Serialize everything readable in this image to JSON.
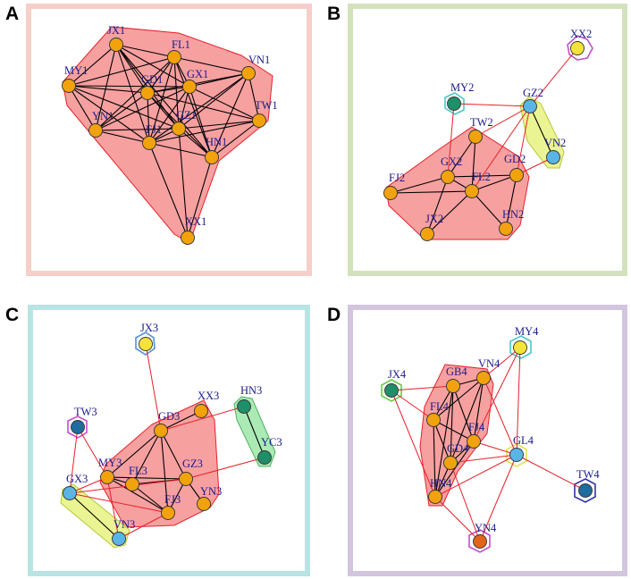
{
  "colors": {
    "node_orange": "#F2A20C",
    "node_yellow": "#F5E33A",
    "node_blue": "#5BB4E6",
    "node_green": "#1F8F6A",
    "node_darkblue": "#1F6C9E",
    "node_dark_orange": "#E0641A",
    "label": "#1a1a8c",
    "edge_within": "#000000",
    "edge_between": "#E8202A",
    "hull_red_fill": "#F47C7C",
    "hull_red_stroke": "#E8202A",
    "hull_green_fill": "#9EE6A8",
    "hull_lime_fill": "#E8F280",
    "frame_a": "#F6CFC9",
    "frame_b": "#D3E2BD",
    "frame_c": "#B8E4E4",
    "frame_d": "#D2C5DE"
  },
  "panels": [
    {
      "letter": "A",
      "nodes": [
        {
          "id": "JX1",
          "label": "JX1",
          "color": "orange"
        },
        {
          "id": "FL1",
          "label": "FL1",
          "color": "orange"
        },
        {
          "id": "VN1",
          "label": "VN1",
          "color": "orange"
        },
        {
          "id": "MY1",
          "label": "MY1",
          "color": "orange"
        },
        {
          "id": "GD1",
          "label": "GD1",
          "color": "orange"
        },
        {
          "id": "GX1",
          "label": "GX1",
          "color": "orange"
        },
        {
          "id": "TW1",
          "label": "TW1",
          "color": "orange"
        },
        {
          "id": "YN1",
          "label": "YN1",
          "color": "orange"
        },
        {
          "id": "GZ1",
          "label": "GZ1",
          "color": "orange"
        },
        {
          "id": "FJ1",
          "label": "FJ1",
          "color": "orange"
        },
        {
          "id": "HN1",
          "label": "HN1",
          "color": "orange"
        },
        {
          "id": "XX1",
          "label": "XX1",
          "color": "orange"
        }
      ]
    },
    {
      "letter": "B",
      "nodes": [
        {
          "id": "XX2",
          "label": "XX2",
          "color": "yellow"
        },
        {
          "id": "MY2",
          "label": "MY2",
          "color": "green"
        },
        {
          "id": "GZ2",
          "label": "GZ2",
          "color": "blue"
        },
        {
          "id": "TW2",
          "label": "TW2",
          "color": "orange"
        },
        {
          "id": "VN2",
          "label": "VN2",
          "color": "blue"
        },
        {
          "id": "GX2",
          "label": "GX2",
          "color": "orange"
        },
        {
          "id": "GD2",
          "label": "GD2",
          "color": "orange"
        },
        {
          "id": "FJ2",
          "label": "FJ2",
          "color": "orange"
        },
        {
          "id": "FL2",
          "label": "FL2",
          "color": "orange"
        },
        {
          "id": "JX2",
          "label": "JX2",
          "color": "orange"
        },
        {
          "id": "HN2",
          "label": "HN2",
          "color": "orange"
        }
      ]
    },
    {
      "letter": "C",
      "nodes": [
        {
          "id": "JX3",
          "label": "JX3",
          "color": "yellow"
        },
        {
          "id": "HN3",
          "label": "HN3",
          "color": "green"
        },
        {
          "id": "XX3",
          "label": "XX3",
          "color": "orange"
        },
        {
          "id": "TW3",
          "label": "TW3",
          "color": "darkblue"
        },
        {
          "id": "GD3",
          "label": "GD3",
          "color": "orange"
        },
        {
          "id": "YC3",
          "label": "YC3",
          "color": "green"
        },
        {
          "id": "MY3",
          "label": "MY3",
          "color": "orange"
        },
        {
          "id": "GX3",
          "label": "GX3",
          "color": "blue"
        },
        {
          "id": "FL3",
          "label": "FL3",
          "color": "orange"
        },
        {
          "id": "GZ3",
          "label": "GZ3",
          "color": "orange"
        },
        {
          "id": "YN3",
          "label": "YN3",
          "color": "orange"
        },
        {
          "id": "FJ3",
          "label": "FJ3",
          "color": "orange"
        },
        {
          "id": "VN3",
          "label": "VN3",
          "color": "blue"
        }
      ]
    },
    {
      "letter": "D",
      "nodes": [
        {
          "id": "MY4",
          "label": "MY4",
          "color": "yellow"
        },
        {
          "id": "JX4",
          "label": "JX4",
          "color": "green"
        },
        {
          "id": "GB4",
          "label": "GB4",
          "color": "orange"
        },
        {
          "id": "VN4",
          "label": "VN4",
          "color": "orange"
        },
        {
          "id": "FL4",
          "label": "FL4",
          "color": "orange"
        },
        {
          "id": "FJ4",
          "label": "FJ4",
          "color": "orange"
        },
        {
          "id": "GD4",
          "label": "GD4",
          "color": "orange"
        },
        {
          "id": "GL4",
          "label": "GL4",
          "color": "blue"
        },
        {
          "id": "HN4",
          "label": "HN4",
          "color": "orange"
        },
        {
          "id": "TW4",
          "label": "TW4",
          "color": "darkblue"
        },
        {
          "id": "YN4",
          "label": "YN4",
          "color": "dark_orange"
        }
      ]
    }
  ],
  "edges": [
    {
      "a": "JX1",
      "b": "FL1",
      "type": "within"
    },
    {
      "a": "JX1",
      "b": "MY1",
      "type": "within"
    },
    {
      "a": "JX1",
      "b": "GD1",
      "type": "within"
    },
    {
      "a": "JX1",
      "b": "GX1",
      "type": "within"
    },
    {
      "a": "JX1",
      "b": "YN1",
      "type": "within"
    },
    {
      "a": "JX1",
      "b": "GZ1",
      "type": "within"
    },
    {
      "a": "JX1",
      "b": "FJ1",
      "type": "within"
    },
    {
      "a": "JX1",
      "b": "HN1",
      "type": "within"
    },
    {
      "a": "FL1",
      "b": "MY1",
      "type": "within"
    },
    {
      "a": "FL1",
      "b": "GD1",
      "type": "within"
    },
    {
      "a": "FL1",
      "b": "GX1",
      "type": "within"
    },
    {
      "a": "FL1",
      "b": "VN1",
      "type": "within"
    },
    {
      "a": "FL1",
      "b": "YN1",
      "type": "within"
    },
    {
      "a": "FL1",
      "b": "GZ1",
      "type": "within"
    },
    {
      "a": "FL1",
      "b": "FJ1",
      "type": "within"
    },
    {
      "a": "FL1",
      "b": "HN1",
      "type": "within"
    },
    {
      "a": "VN1",
      "b": "GX1",
      "type": "within"
    },
    {
      "a": "VN1",
      "b": "GD1",
      "type": "within"
    },
    {
      "a": "VN1",
      "b": "TW1",
      "type": "within"
    },
    {
      "a": "VN1",
      "b": "GZ1",
      "type": "within"
    },
    {
      "a": "VN1",
      "b": "FJ1",
      "type": "within"
    },
    {
      "a": "VN1",
      "b": "HN1",
      "type": "within"
    },
    {
      "a": "MY1",
      "b": "GD1",
      "type": "within"
    },
    {
      "a": "MY1",
      "b": "GX1",
      "type": "within"
    },
    {
      "a": "MY1",
      "b": "YN1",
      "type": "within"
    },
    {
      "a": "MY1",
      "b": "GZ1",
      "type": "within"
    },
    {
      "a": "MY1",
      "b": "FJ1",
      "type": "within"
    },
    {
      "a": "GD1",
      "b": "GX1",
      "type": "within"
    },
    {
      "a": "GD1",
      "b": "YN1",
      "type": "within"
    },
    {
      "a": "GD1",
      "b": "GZ1",
      "type": "within"
    },
    {
      "a": "GD1",
      "b": "FJ1",
      "type": "within"
    },
    {
      "a": "GD1",
      "b": "HN1",
      "type": "within"
    },
    {
      "a": "GD1",
      "b": "TW1",
      "type": "within"
    },
    {
      "a": "GX1",
      "b": "TW1",
      "type": "within"
    },
    {
      "a": "GX1",
      "b": "GZ1",
      "type": "within"
    },
    {
      "a": "GX1",
      "b": "FJ1",
      "type": "within"
    },
    {
      "a": "GX1",
      "b": "YN1",
      "type": "within"
    },
    {
      "a": "GX1",
      "b": "HN1",
      "type": "within"
    },
    {
      "a": "TW1",
      "b": "GZ1",
      "type": "within"
    },
    {
      "a": "TW1",
      "b": "FJ1",
      "type": "within"
    },
    {
      "a": "TW1",
      "b": "HN1",
      "type": "within"
    },
    {
      "a": "YN1",
      "b": "FJ1",
      "type": "within"
    },
    {
      "a": "YN1",
      "b": "GZ1",
      "type": "within"
    },
    {
      "a": "GZ1",
      "b": "FJ1",
      "type": "within"
    },
    {
      "a": "GZ1",
      "b": "HN1",
      "type": "within"
    },
    {
      "a": "GZ1",
      "b": "XX1",
      "type": "within"
    },
    {
      "a": "FJ1",
      "b": "HN1",
      "type": "within"
    },
    {
      "a": "FJ1",
      "b": "XX1",
      "type": "within"
    },
    {
      "a": "HN1",
      "b": "XX1",
      "type": "within"
    },
    {
      "a": "TW2",
      "b": "GX2",
      "type": "within"
    },
    {
      "a": "TW2",
      "b": "FL2",
      "type": "within"
    },
    {
      "a": "GX2",
      "b": "FJ2",
      "type": "within"
    },
    {
      "a": "GX2",
      "b": "FL2",
      "type": "within"
    },
    {
      "a": "GX2",
      "b": "JX2",
      "type": "within"
    },
    {
      "a": "GX2",
      "b": "GD2",
      "type": "within"
    },
    {
      "a": "FL2",
      "b": "GD2",
      "type": "within"
    },
    {
      "a": "FL2",
      "b": "JX2",
      "type": "within"
    },
    {
      "a": "FL2",
      "b": "HN2",
      "type": "within"
    },
    {
      "a": "FJ2",
      "b": "FL2",
      "type": "within"
    },
    {
      "a": "GD2",
      "b": "HN2",
      "type": "within"
    },
    {
      "a": "GZ2",
      "b": "VN2",
      "type": "within"
    },
    {
      "a": "XX2",
      "b": "GZ2",
      "type": "between"
    },
    {
      "a": "MY2",
      "b": "GZ2",
      "type": "between"
    },
    {
      "a": "MY2",
      "b": "GX2",
      "type": "between"
    },
    {
      "a": "GZ2",
      "b": "TW2",
      "type": "between"
    },
    {
      "a": "GZ2",
      "b": "GD2",
      "type": "between"
    },
    {
      "a": "GZ2",
      "b": "FL2",
      "type": "between"
    },
    {
      "a": "VN2",
      "b": "GD2",
      "type": "between"
    },
    {
      "a": "GD3",
      "b": "XX3",
      "type": "within"
    },
    {
      "a": "GD3",
      "b": "MY3",
      "type": "within"
    },
    {
      "a": "GD3",
      "b": "FL3",
      "type": "within"
    },
    {
      "a": "GD3",
      "b": "GZ3",
      "type": "within"
    },
    {
      "a": "GD3",
      "b": "FJ3",
      "type": "within"
    },
    {
      "a": "MY3",
      "b": "FL3",
      "type": "within"
    },
    {
      "a": "MY3",
      "b": "GZ3",
      "type": "within"
    },
    {
      "a": "FL3",
      "b": "GZ3",
      "type": "within"
    },
    {
      "a": "GZ3",
      "b": "YN3",
      "type": "within"
    },
    {
      "a": "GZ3",
      "b": "FJ3",
      "type": "within"
    },
    {
      "a": "FL3",
      "b": "FJ3",
      "type": "within"
    },
    {
      "a": "MY3",
      "b": "FJ3",
      "type": "within"
    },
    {
      "a": "HN3",
      "b": "YC3",
      "type": "within"
    },
    {
      "a": "GX3",
      "b": "VN3",
      "type": "within"
    },
    {
      "a": "JX3",
      "b": "GD3",
      "type": "between"
    },
    {
      "a": "HN3",
      "b": "GD3",
      "type": "between"
    },
    {
      "a": "YC3",
      "b": "GZ3",
      "type": "between"
    },
    {
      "a": "TW3",
      "b": "GX3",
      "type": "between"
    },
    {
      "a": "TW3",
      "b": "MY3",
      "type": "between"
    },
    {
      "a": "GX3",
      "b": "MY3",
      "type": "between"
    },
    {
      "a": "GX3",
      "b": "GZ3",
      "type": "between"
    },
    {
      "a": "GX3",
      "b": "FJ3",
      "type": "between"
    },
    {
      "a": "VN3",
      "b": "FJ3",
      "type": "between"
    },
    {
      "a": "VN3",
      "b": "MY3",
      "type": "between"
    },
    {
      "a": "GB4",
      "b": "VN4",
      "type": "within"
    },
    {
      "a": "GB4",
      "b": "FL4",
      "type": "within"
    },
    {
      "a": "GB4",
      "b": "FJ4",
      "type": "within"
    },
    {
      "a": "GB4",
      "b": "GD4",
      "type": "within"
    },
    {
      "a": "GB4",
      "b": "HN4",
      "type": "within"
    },
    {
      "a": "VN4",
      "b": "FL4",
      "type": "within"
    },
    {
      "a": "VN4",
      "b": "FJ4",
      "type": "within"
    },
    {
      "a": "VN4",
      "b": "GD4",
      "type": "within"
    },
    {
      "a": "FL4",
      "b": "FJ4",
      "type": "within"
    },
    {
      "a": "FL4",
      "b": "GD4",
      "type": "within"
    },
    {
      "a": "FL4",
      "b": "HN4",
      "type": "within"
    },
    {
      "a": "FJ4",
      "b": "GD4",
      "type": "within"
    },
    {
      "a": "FJ4",
      "b": "HN4",
      "type": "within"
    },
    {
      "a": "GD4",
      "b": "HN4",
      "type": "within"
    },
    {
      "a": "MY4",
      "b": "VN4",
      "type": "between"
    },
    {
      "a": "MY4",
      "b": "GL4",
      "type": "between"
    },
    {
      "a": "MY4",
      "b": "FJ4",
      "type": "between"
    },
    {
      "a": "JX4",
      "b": "GB4",
      "type": "between"
    },
    {
      "a": "JX4",
      "b": "FL4",
      "type": "between"
    },
    {
      "a": "JX4",
      "b": "HN4",
      "type": "between"
    },
    {
      "a": "GL4",
      "b": "FJ4",
      "type": "between"
    },
    {
      "a": "GL4",
      "b": "GD4",
      "type": "between"
    },
    {
      "a": "GL4",
      "b": "VN4",
      "type": "between"
    },
    {
      "a": "GL4",
      "b": "TW4",
      "type": "between"
    },
    {
      "a": "GL4",
      "b": "YN4",
      "type": "between"
    },
    {
      "a": "GL4",
      "b": "HN4",
      "type": "between"
    },
    {
      "a": "YN4",
      "b": "HN4",
      "type": "between"
    },
    {
      "a": "YN4",
      "b": "GD4",
      "type": "between"
    }
  ]
}
